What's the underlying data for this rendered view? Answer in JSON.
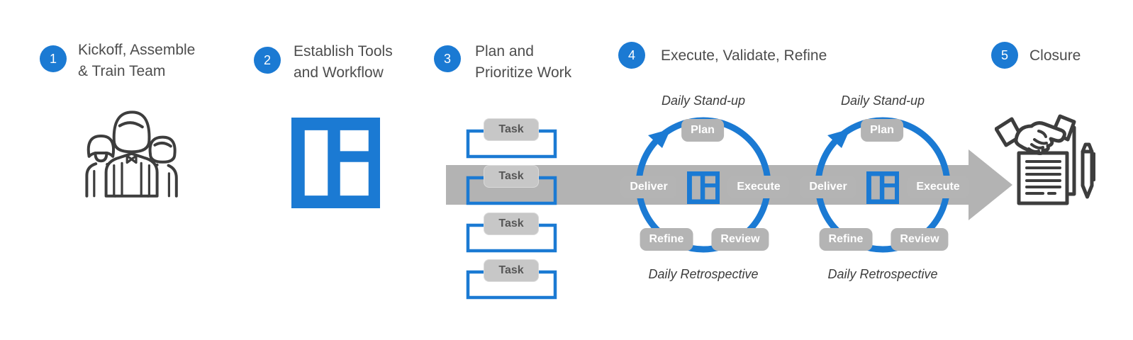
{
  "colors": {
    "accent_blue": "#1b7ad3",
    "arrow_gray": "#b3b3b3",
    "cycle_badge_gray": "#b4b4b4",
    "task_badge_gray": "#c7c7c7",
    "task_text": "#565656",
    "icon_outline": "#3d3d3d",
    "heading_text": "#4d4d4d",
    "italic_text": "#3c3c3c"
  },
  "steps": [
    {
      "number": "1",
      "lines": [
        "Kickoff, Assemble",
        "& Train Team"
      ]
    },
    {
      "number": "2",
      "lines": [
        "Establish Tools",
        "and Workflow"
      ]
    },
    {
      "number": "3",
      "lines": [
        "Plan and",
        "Prioritize Work"
      ]
    },
    {
      "number": "4",
      "lines": [
        "Execute, Validate, Refine"
      ]
    },
    {
      "number": "5",
      "lines": [
        "Closure"
      ]
    }
  ],
  "tasks": [
    "Task",
    "Task",
    "Task",
    "Task"
  ],
  "cycles": [
    {
      "top_label": "Daily Stand-up",
      "bottom_label": "Daily Retrospective",
      "nodes": {
        "top": "Plan",
        "right": "Execute",
        "bottom_right": "Review",
        "bottom_left": "Refine",
        "left": "Deliver"
      }
    },
    {
      "top_label": "Daily Stand-up",
      "bottom_label": "Daily Retrospective",
      "nodes": {
        "top": "Plan",
        "right": "Execute",
        "bottom_right": "Review",
        "bottom_left": "Refine",
        "left": "Deliver"
      }
    }
  ]
}
